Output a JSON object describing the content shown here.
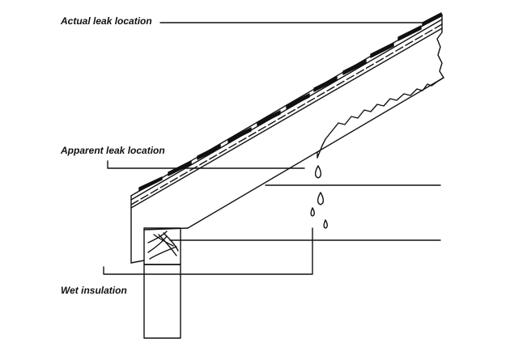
{
  "labels": {
    "actual_leak": "Actual leak location",
    "apparent_leak": "Apparent leak location",
    "wet_insulation": "Wet insulation"
  },
  "colors": {
    "line": "#111111",
    "background": "#ffffff"
  }
}
